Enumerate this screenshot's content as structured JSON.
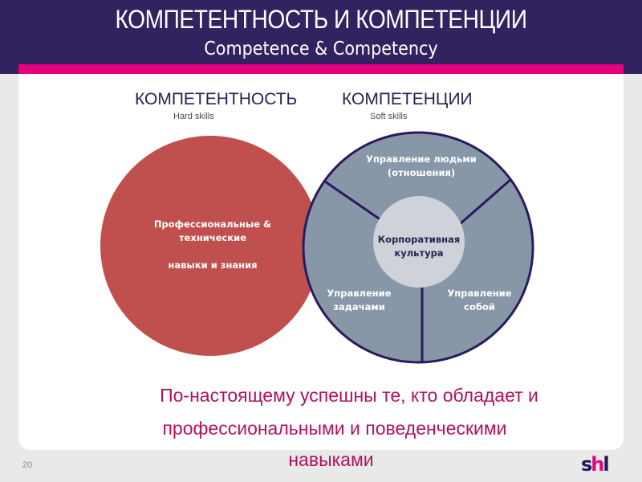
{
  "header": {
    "title": "КОМПЕТЕНТНОСТЬ И КОМПЕТЕНЦИИ",
    "subtitle": "Competence & Competency"
  },
  "columns": {
    "left": {
      "heading": "КОМПЕТЕНТНОСТЬ",
      "subheading": "Hard skills"
    },
    "right": {
      "heading": "КОМПЕТЕНЦИИ",
      "subheading": "Soft skills"
    }
  },
  "diagram": {
    "left_circle": {
      "line1": "Профессиональные &",
      "line2": "технические",
      "line3": "навыки и знания",
      "color": "#c0504d"
    },
    "right_circle": {
      "color": "#8797a8",
      "border_color": "#2a1a5e",
      "segments": [
        {
          "line1": "Управление людьми",
          "line2": "(отношения)"
        },
        {
          "line1": "Управление",
          "line2": "задачами"
        },
        {
          "line1": "Управление",
          "line2": "собой"
        }
      ],
      "center": {
        "line1": "Корпоративная",
        "line2": "культура",
        "color": "#cfd2d9"
      }
    }
  },
  "tagline": {
    "line1": "По-настоящему успешны те, кто обладает и",
    "line2": "профессиональными и поведенческими",
    "line3": "навыками"
  },
  "footer": {
    "page_number": "20",
    "logo_main": "s",
    "logo_accent": "h",
    "logo_end": "l"
  },
  "colors": {
    "header_bg": "#30235f",
    "accent_bar": "#e5007e",
    "tagline": "#b0125d"
  }
}
